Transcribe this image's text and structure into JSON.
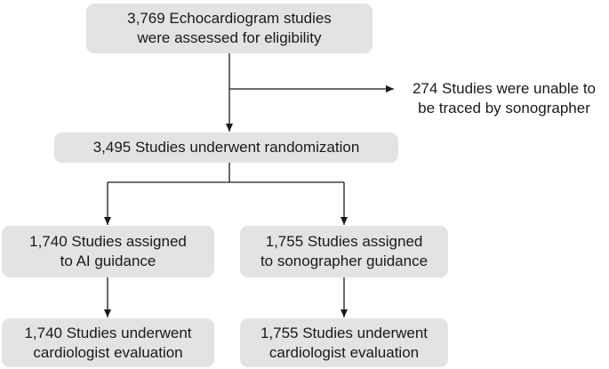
{
  "flowchart": {
    "assessed": {
      "line1": "3,769 Echocardiogram studies",
      "line2": "were assessed for eligibility"
    },
    "excluded": {
      "line1": "274 Studies were unable to",
      "line2": "be traced by sonographer"
    },
    "randomized": {
      "line1": "3,495 Studies underwent randomization"
    },
    "ai_assigned": {
      "line1": "1,740 Studies assigned",
      "line2": "to AI guidance"
    },
    "sono_assigned": {
      "line1": "1,755 Studies assigned",
      "line2": "to sonographer guidance"
    },
    "ai_evaluated": {
      "line1": "1,740 Studies underwent",
      "line2": "cardiologist evaluation"
    },
    "sono_evaluated": {
      "line1": "1,755 Studies underwent",
      "line2": "cardiologist evaluation"
    }
  },
  "colors": {
    "box_fill": "#e3e3e3",
    "line": "#1a1a1a",
    "text": "#1a1a1a"
  }
}
